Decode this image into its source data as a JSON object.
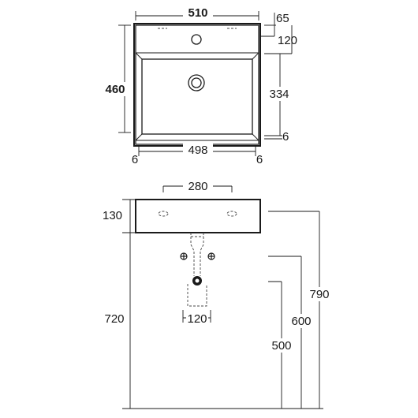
{
  "colors": {
    "line": "#1a1a1a",
    "background": "#ffffff"
  },
  "plan_view": {
    "overall_width": "510",
    "overall_depth": "460",
    "rim_top_offset": "65",
    "deck_depth": "120",
    "bowl_depth": "334",
    "rim_bottom": "6",
    "inner_width": "498",
    "side_left": "6",
    "side_right": "6"
  },
  "elevation_view": {
    "tap_holes_spacing": "280",
    "basin_height": "130",
    "waste_width": "120",
    "install_height_top": "790",
    "install_height_mid": "600",
    "install_height_low": "500",
    "install_height_left": "720"
  }
}
